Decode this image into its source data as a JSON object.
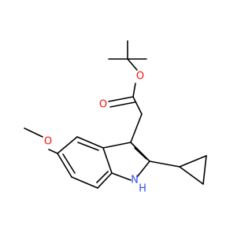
{
  "molecule": {
    "atom_labels": {
      "ester_carbonyl_oxygen": "O",
      "ester_ether_oxygen": "O",
      "methoxy_oxygen": "O",
      "indole_nitrogen": "N",
      "indole_nitrogen_hydrogen": "H"
    },
    "colors": {
      "bond": "#000000",
      "oxygen": "#ff0d0d",
      "nitrogen": "#3050f8",
      "background": "#ffffff"
    }
  }
}
